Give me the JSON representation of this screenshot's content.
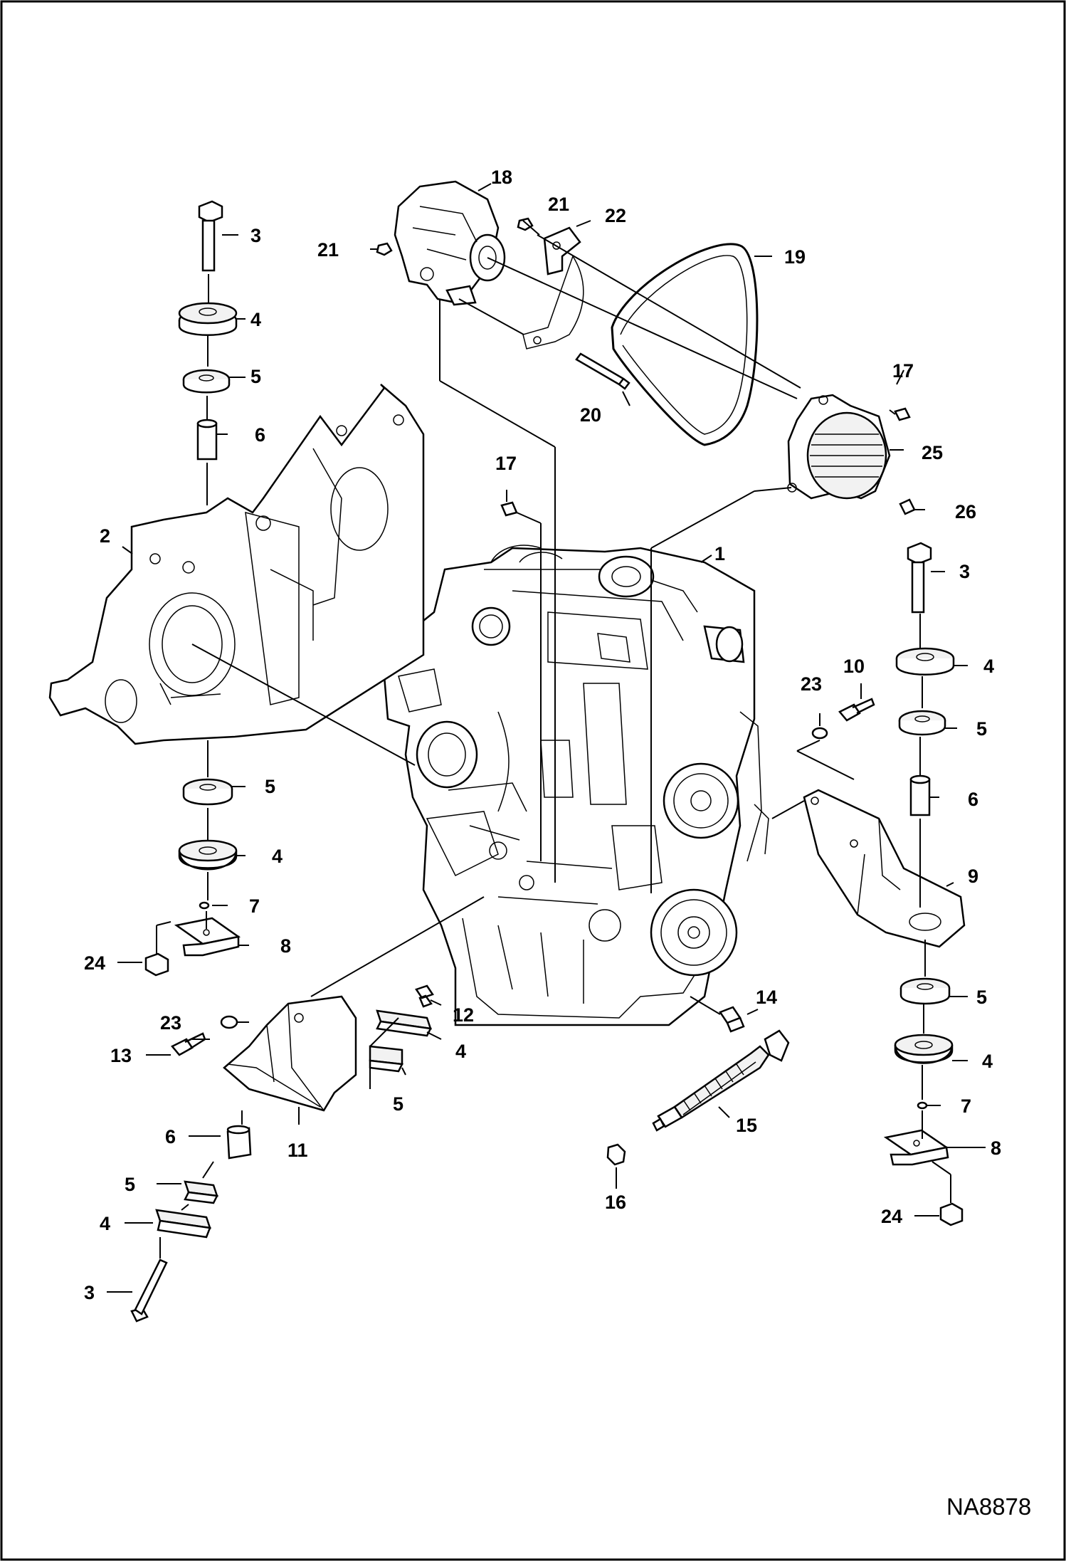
{
  "diagram": {
    "drawing_code": "NA8878",
    "labels": {
      "engine": "1",
      "engine_plate": "2",
      "bolt_top_left": "3",
      "cushion_top_left": "4",
      "washer_top_left": "5",
      "sleeve_top_left": "6",
      "washer_left_lower": "5",
      "cushion_left_lower": "4",
      "washer_small_left": "7",
      "plate_left": "8",
      "nut_left": "24",
      "bolt_right": "3",
      "cushion_right_top": "4",
      "washer_right_top": "5",
      "sleeve_right": "6",
      "mount_right": "9",
      "bolt_10": "10",
      "washer_23_right": "23",
      "washer_right_lower": "5",
      "cushion_right_lower": "4",
      "washer_small_right": "7",
      "plate_right": "8",
      "nut_right": "24",
      "mount_left": "11",
      "plug": "12",
      "bolt_13": "13",
      "washer_23_left": "23",
      "cushion_mid": "4",
      "washer_mid": "5",
      "sleeve_bottom": "6",
      "washer_bottom": "5",
      "cushion_bottom": "4",
      "bolt_bottom": "3",
      "fitting": "14",
      "hose": "15",
      "cap": "16",
      "screw_17_left": "17",
      "alternator": "18",
      "belt": "19",
      "bolt_20": "20",
      "nut_21_left": "21",
      "nut_21_right": "21",
      "bracket_22": "22",
      "screw_17_right": "17",
      "fan_guard": "25",
      "screw_26": "26"
    }
  }
}
